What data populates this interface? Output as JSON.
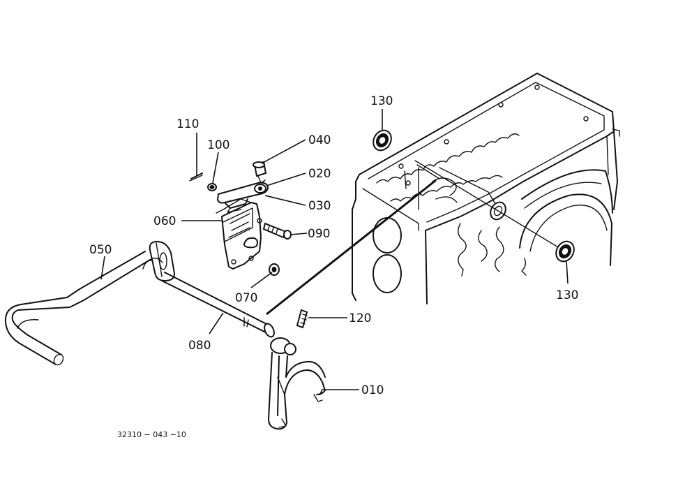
{
  "labels": {
    "p010": "010",
    "p020": "020",
    "p030": "030",
    "p040": "040",
    "p050": "050",
    "p060": "060",
    "p070": "070",
    "p080": "080",
    "p090": "090",
    "p100": "100",
    "p110": "110",
    "p120": "120",
    "p130a": "130",
    "p130b": "130"
  },
  "figure_code": "32310 − 043 −10"
}
